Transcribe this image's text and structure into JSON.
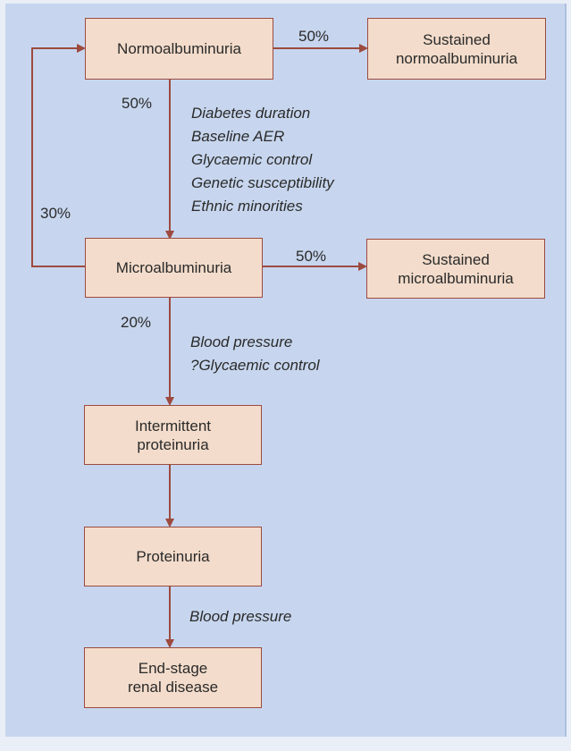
{
  "nodes": {
    "normoalbuminuria": "Normoalbuminuria",
    "sustained_normo": "Sustained\nnormoalbuminuria",
    "microalbuminuria": "Microalbuminuria",
    "sustained_micro": "Sustained\nmicroalbuminuria",
    "intermittent_proteinuria": "Intermittent\nproteinuria",
    "proteinuria": "Proteinuria",
    "esrd": "End-stage\nrenal disease"
  },
  "edge_labels": {
    "normo_to_sustained": "50%",
    "normo_to_micro": "50%",
    "micro_to_normo": "30%",
    "micro_to_sustained": "50%",
    "micro_to_intermittent": "20%"
  },
  "factors": {
    "normo_to_micro": [
      "Diabetes duration",
      "Baseline AER",
      "Glycaemic control",
      "Genetic susceptibility",
      "Ethnic minorities"
    ],
    "micro_to_intermittent": [
      "Blood pressure",
      "?Glycaemic control"
    ],
    "proteinuria_to_esrd": [
      "Blood pressure"
    ]
  },
  "colors": {
    "panel": "#c7d6ee",
    "box_fill": "#f3dccb",
    "arrow": "#9d4a3f"
  }
}
